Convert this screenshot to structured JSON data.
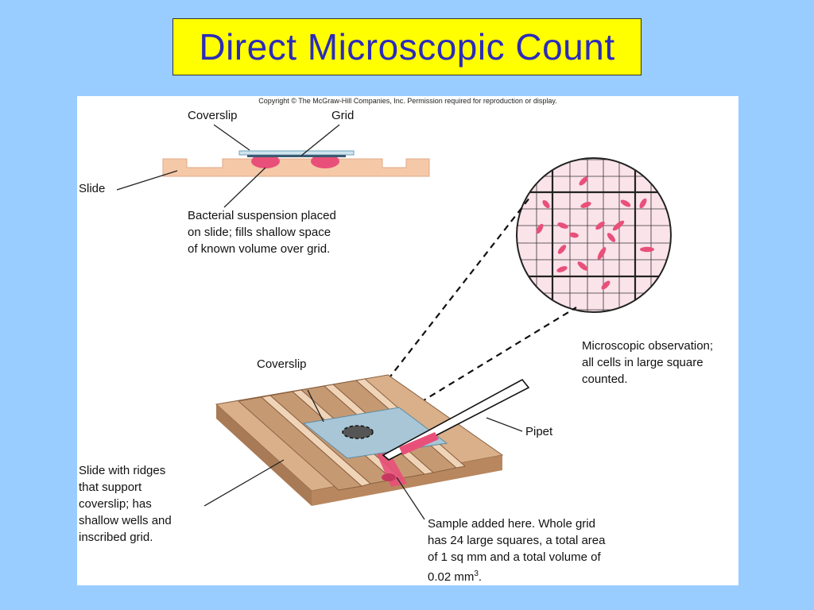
{
  "title": "Direct Microscopic Count",
  "copyright": "Copyright © The McGraw-Hill Companies, Inc. Permission required for reproduction or display.",
  "labels": {
    "coverslip_top": "Coverslip",
    "grid": "Grid",
    "slide": "Slide",
    "bacterial_suspension": [
      "Bacterial suspension placed",
      "on slide; fills shallow space",
      "of known volume over grid."
    ],
    "coverslip_bottom": "Coverslip",
    "microscopic_observation": [
      "Microscopic observation;",
      "all cells in large square",
      "counted."
    ],
    "pipet": "Pipet",
    "slide_ridges": [
      "Slide with ridges",
      "that support",
      "coverslip; has",
      "shallow wells and",
      "inscribed grid."
    ],
    "sample": [
      "Sample added here. Whole grid",
      "has 24 large squares, a total area",
      "of 1 sq mm and a total volume of"
    ],
    "sample_last": "0.02 mm",
    "sample_sup": "3",
    "sample_end": "."
  },
  "colors": {
    "background": "#99ccff",
    "title_box": "#ffff00",
    "title_text": "#2b2bbb",
    "slide": "#f5c9a8",
    "ridge_top": "#d9b08a",
    "ridge_side": "#a87a55",
    "coverslip": "#a9c6d6",
    "cells": "#e8507a",
    "grid_bg": "#fbe3ea"
  }
}
